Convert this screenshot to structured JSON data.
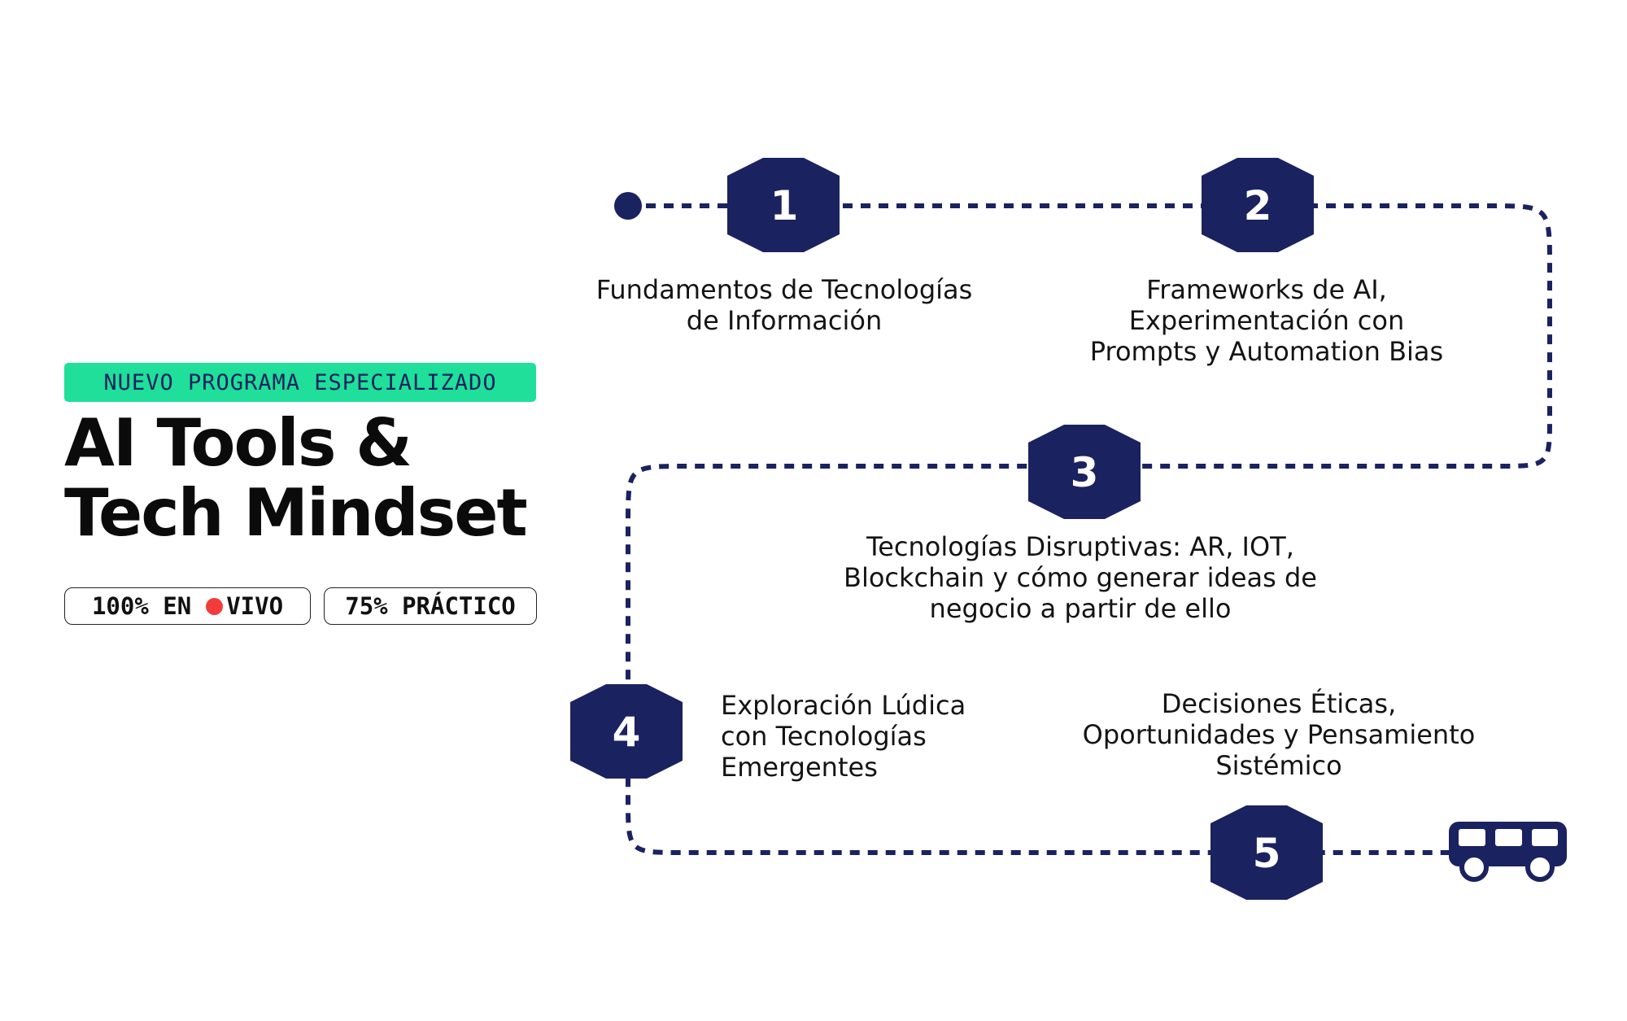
{
  "header": {
    "badge": "NUEVO PROGRAMA ESPECIALIZADO",
    "title_line1": "AI Tools &",
    "title_line2": "Tech Mindset",
    "pill_live_prefix": "100% EN",
    "pill_live_suffix": "VIVO",
    "pill_practice": "75% PRÁCTICO"
  },
  "roadmap": {
    "steps": [
      {
        "number": "1",
        "lines": [
          "Fundamentos de Tecnologías",
          "de Información"
        ]
      },
      {
        "number": "2",
        "lines": [
          "Frameworks de AI,",
          "Experimentación con",
          "Prompts y Automation Bias"
        ]
      },
      {
        "number": "3",
        "lines": [
          "Tecnologías Disruptivas: AR, IOT,",
          "Blockchain y cómo generar ideas de",
          "negocio a partir de ello"
        ]
      },
      {
        "number": "4",
        "lines": [
          "Exploración Lúdica",
          "con Tecnologías",
          "Emergentes"
        ]
      },
      {
        "number": "5",
        "lines": [
          "Decisiones Éticas,",
          "Oportunidades y Pensamiento",
          "Sistémico"
        ]
      }
    ],
    "end_icon": "bus-icon",
    "start_icon": "start-dot"
  },
  "colors": {
    "navy": "#1b2260",
    "accent_green": "#1fdf9a",
    "live_red": "#f23c3c"
  }
}
